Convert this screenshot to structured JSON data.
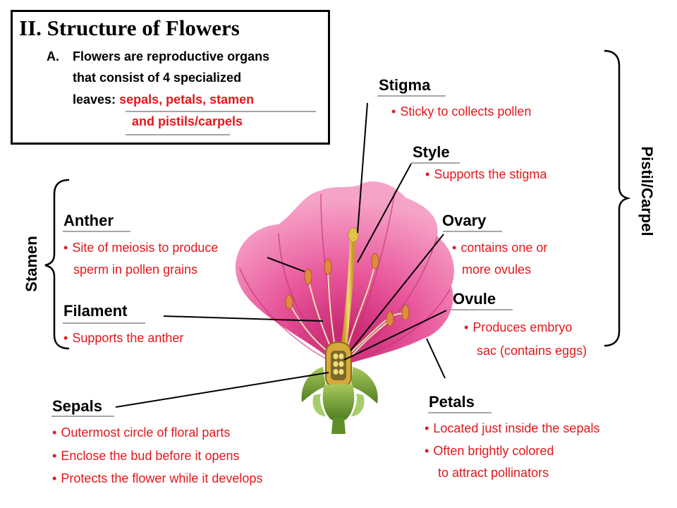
{
  "title": "II. Structure of Flowers",
  "intro": {
    "marker": "A.",
    "line1": "Flowers are reproductive organs",
    "line2": "that consist of 4 specialized",
    "line3_prefix": "leaves: ",
    "line3_red": "sepals, petals, stamen",
    "line4_red": "and pistils/carpels"
  },
  "brackets": {
    "stamen": "Stamen",
    "pistil": "Pistil/Carpel"
  },
  "parts": {
    "stigma": {
      "label": "Stigma",
      "bullets": [
        "Sticky to collects pollen"
      ]
    },
    "style": {
      "label": "Style",
      "bullets": [
        "Supports the stigma"
      ]
    },
    "anther": {
      "label": "Anther",
      "bullets": [
        "Site of meiosis to produce"
      ],
      "continuation": "sperm in pollen grains"
    },
    "ovary": {
      "label": "Ovary",
      "bullets": [
        "contains one or"
      ],
      "continuation": "more ovules"
    },
    "filament": {
      "label": "Filament",
      "bullets": [
        "Supports the anther"
      ]
    },
    "ovule": {
      "label": "Ovule",
      "bullets": [
        "Produces embryo"
      ],
      "continuation": "sac  (contains eggs)"
    },
    "sepals": {
      "label": "Sepals",
      "bullets": [
        "Outermost circle of floral parts",
        "Enclose the bud before it opens",
        "Protects the flower while it develops"
      ]
    },
    "petals": {
      "label": "Petals",
      "bullets": [
        "Located just inside the sepals",
        "Often brightly colored"
      ],
      "continuation": "to attract pollinators"
    }
  },
  "colors": {
    "text_red": "#e3171c",
    "petal_pink": "#e8559a",
    "petal_dark": "#b82a6e",
    "stem_green": "#7aa83a",
    "pistil_yellow": "#e5c44a"
  }
}
